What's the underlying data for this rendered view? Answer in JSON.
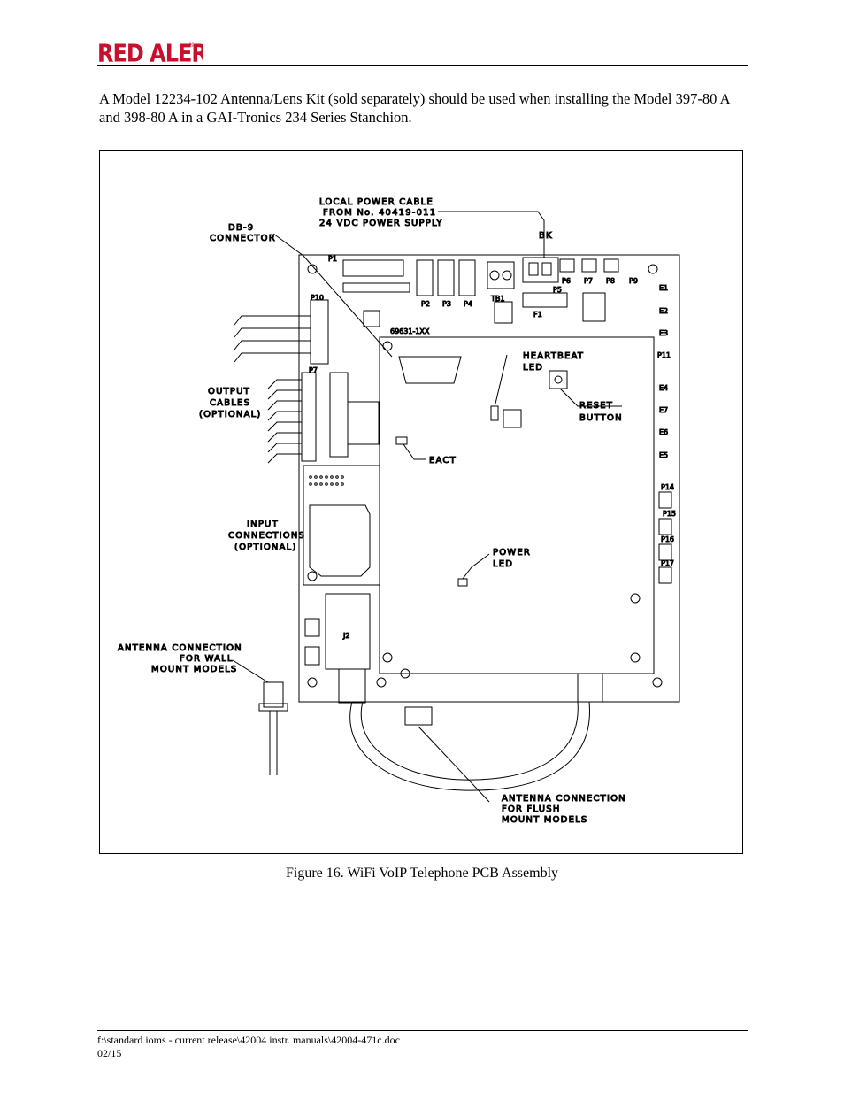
{
  "header": {
    "logo_text": "RED ALERT",
    "logo_mark": "®",
    "logo_color": "#c8102e"
  },
  "intro_text": "A Model 12234-102 Antenna/Lens Kit (sold separately) should be used when installing the Model 397-80  A and 398-80  A in a GAI-Tronics 234 Series Stanchion.",
  "figure": {
    "callouts": {
      "local_power": [
        "LOCAL POWER CABLE",
        "FROM No. 40419-011",
        "24 VDC POWER SUPPLY"
      ],
      "bk": "BK",
      "db9": [
        "DB-9",
        "CONNECTOR"
      ],
      "output": [
        "OUTPUT",
        "CABLES",
        "(OPTIONAL)"
      ],
      "heartbeat": [
        "HEARTBEAT",
        "LED"
      ],
      "reset": [
        "RESET",
        "BUTTON"
      ],
      "eact": "EACT",
      "input": [
        "INPUT",
        "CONNECTIONS",
        "(OPTIONAL)"
      ],
      "power": [
        "POWER",
        "LED"
      ],
      "ant_wall": [
        "ANTENNA CONNECTION",
        "FOR WALL",
        "MOUNT MODELS"
      ],
      "ant_flush": [
        "ANTENNA CONNECTION",
        "FOR FLUSH",
        "MOUNT MODELS"
      ]
    },
    "board_labels": {
      "p1": "P1",
      "p2": "P2",
      "p3": "P3",
      "p4": "P4",
      "tb1": "TB1",
      "p5": "P5",
      "f1": "F1",
      "p6": "P6",
      "p7": "P7",
      "p8": "P8",
      "p9": "P9",
      "p10": "P10",
      "p7b": "P7",
      "part_no": "69631-1XX",
      "j2": "J2",
      "e1": "E1",
      "e2": "E2",
      "e3": "E3",
      "p11": "P11",
      "e4": "E4",
      "e7": "E7",
      "e6": "E6",
      "e5": "E5",
      "p14": "P14",
      "p15": "P15",
      "p16": "P16",
      "p17": "P17"
    }
  },
  "caption": "Figure 16.  WiFi VoIP Telephone PCB Assembly",
  "footer": {
    "path": "f:\\standard ioms - current release\\42004 instr. manuals\\42004-471c.doc",
    "date": "02/15"
  }
}
